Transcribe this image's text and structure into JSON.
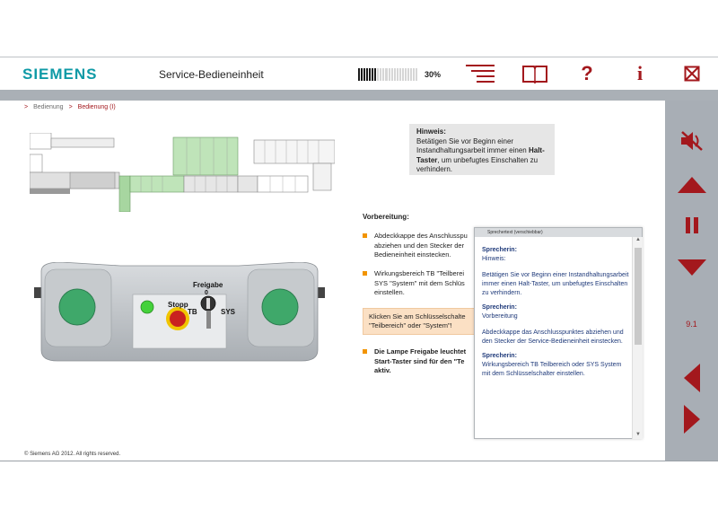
{
  "header": {
    "logo": "SIEMENS",
    "title": "Service-Bedieneinheit",
    "progress_percent": 30,
    "progress_label": "30%",
    "icons": [
      "menu-icon",
      "book-icon",
      "help-icon",
      "info-icon",
      "close-icon"
    ]
  },
  "breadcrumb": {
    "items": [
      {
        "label": "Bedienung"
      },
      {
        "label": "Bedienung (I)"
      }
    ]
  },
  "hint": {
    "title": "Hinweis:",
    "text": "Betätigen Sie vor Beginn einer Instandhaltungsarbeit immer einen",
    "bold": "Halt-Taster",
    "text2": ", um unbefugtes Einschalten zu verhindern."
  },
  "preparation": {
    "title": "Vorbereitung:",
    "steps": [
      {
        "text": "Abdeckkappe des Anschlusspu abziehen und den Stecker der Bedieneinheit einstecken."
      },
      {
        "text": "Wirkungsbereich TB \"Teilberei SYS \"System\" mit dem Schlüs einstellen."
      },
      {
        "text": "Die Lampe Freigabe leuchtet Start-Taster sind für den \"Te aktiv."
      }
    ],
    "action": "Klicken Sie am Schlüsselschalte \"Teilbereich\" oder \"System\"!"
  },
  "speaker": {
    "header": "Sprechertext (verschiebbar)",
    "blocks": [
      {
        "heading": "Sprecherin:",
        "text": "Hinweis:"
      },
      {
        "heading": "",
        "text": "Betätigen Sie vor Beginn einer Instandhaltungsarbeit immer einen Halt-Taster, um unbefugtes Einschalten zu verhindern."
      },
      {
        "heading": "Sprecherin:",
        "text": "Vorbereitung"
      },
      {
        "heading": "",
        "text": "Abdeckkappe das Anschlusspunktes abziehen und den Stecker der Service-Bedieneinheit einstecken."
      },
      {
        "heading": "Sprecherin:",
        "text": "Wirkungsbereich TB Teilbereich oder SYS System mit dem Schlüsselschalter einstellen."
      }
    ]
  },
  "device": {
    "freigabe_label": "Freigabe",
    "freigabe_zero": "0",
    "stopp_label": "Stopp",
    "tb_label": "TB",
    "sys_label": "SYS"
  },
  "sidebar": {
    "page": "9.1",
    "icons": [
      "mute-icon",
      "up-arrow-icon",
      "pause-icon",
      "down-arrow-icon",
      "back-icon",
      "forward-icon"
    ]
  },
  "footer": {
    "copyright": "© Siemens AG 2012. All rights reserved."
  },
  "colors": {
    "brand": "#0f9aa6",
    "accent": "#a3181d",
    "bullet": "#f29400",
    "sidebar": "#a8aeb5",
    "speaker_text": "#1f3a7a"
  }
}
